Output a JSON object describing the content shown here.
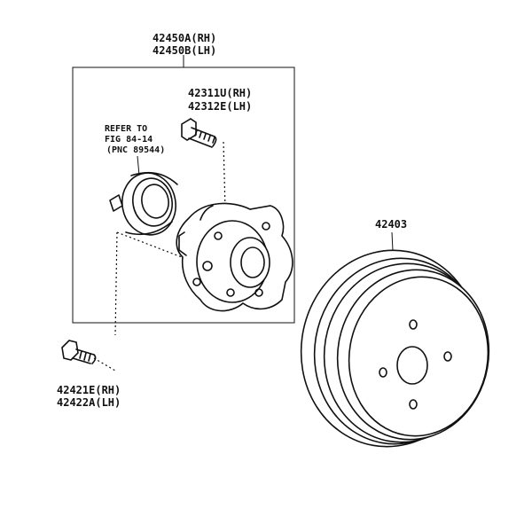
{
  "callouts": {
    "hub_assembly_rh": "42450A(RH)",
    "hub_assembly_lh": "42450B(LH)",
    "hub_bolt_rh": "42311U(RH)",
    "hub_bolt_lh": "42312E(LH)",
    "refer_line1": "REFER TO",
    "refer_line2": "FIG 84-14",
    "refer_line3": "(PNC 89544)",
    "brake_drum": "42403",
    "mount_bolt_rh": "42421E(RH)",
    "mount_bolt_lh": "42422A(LH)"
  }
}
